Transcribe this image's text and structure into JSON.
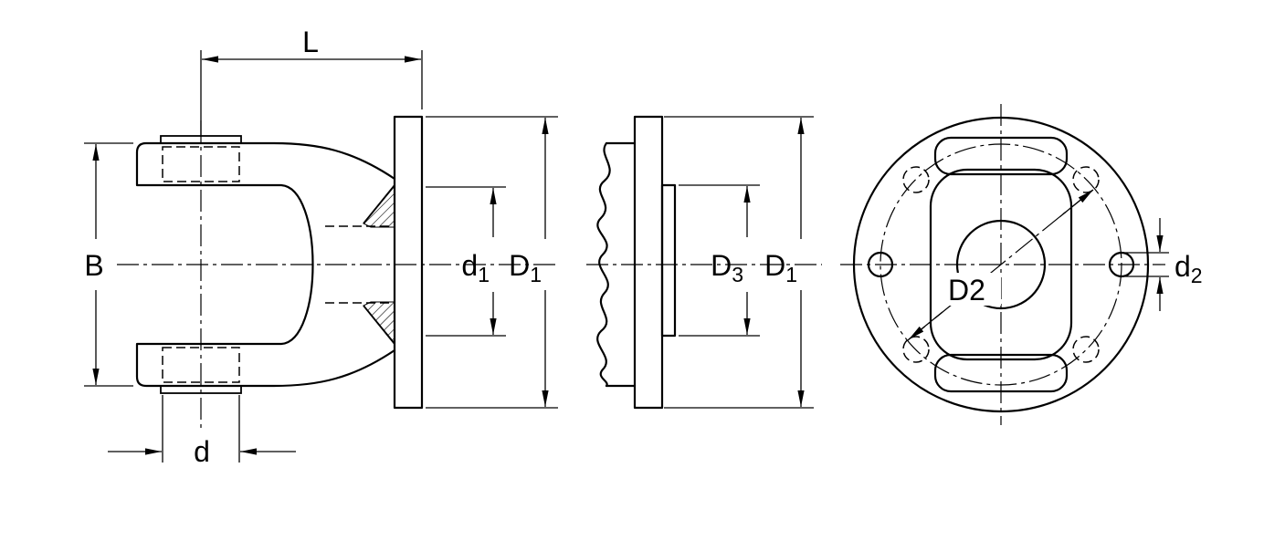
{
  "colors": {
    "line": "#000000",
    "background": "#ffffff"
  },
  "labels": {
    "L": "L",
    "B": "B",
    "d": "d",
    "d1": {
      "base": "d",
      "sub": "1"
    },
    "D1_side": {
      "base": "D",
      "sub": "1"
    },
    "D3": {
      "base": "D",
      "sub": "3"
    },
    "D1_section": {
      "base": "D",
      "sub": "1"
    },
    "D2": "D2",
    "d2": {
      "base": "d",
      "sub": "2"
    }
  }
}
